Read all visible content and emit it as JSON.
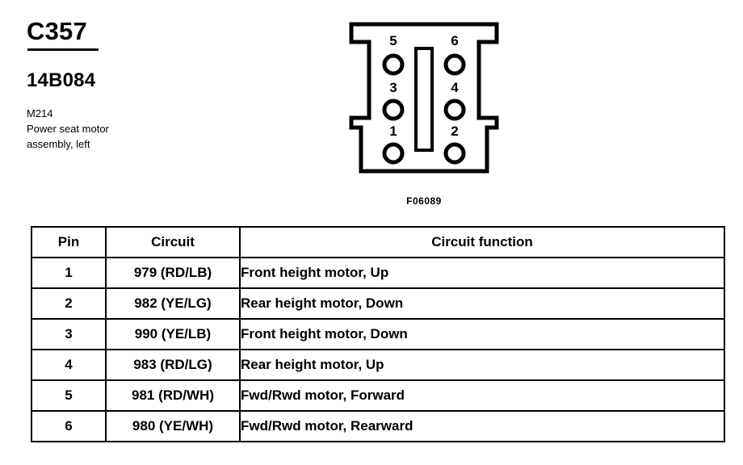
{
  "document": {
    "connector_id": "C357",
    "part_number": "14B084",
    "component_code": "M214",
    "description_line1": "Power seat motor",
    "description_line2": "assembly, left",
    "ink_color": "#000000",
    "background_color": "#ffffff"
  },
  "figure": {
    "label": "F06089",
    "pin_count": 6,
    "pin_labels": [
      "1",
      "2",
      "3",
      "4",
      "5",
      "6"
    ],
    "layout": "two-column, keyway slot between columns",
    "left_column_pins": [
      "5",
      "3",
      "1"
    ],
    "right_column_pins": [
      "6",
      "4",
      "2"
    ]
  },
  "table": {
    "headers": {
      "pin": "Pin",
      "circuit": "Circuit",
      "function": "Circuit function"
    },
    "rows": [
      {
        "pin": "1",
        "circuit": "979 (RD/LB)",
        "function": "Front height motor, Up"
      },
      {
        "pin": "2",
        "circuit": "982 (YE/LG)",
        "function": "Rear height motor, Down"
      },
      {
        "pin": "3",
        "circuit": "990 (YE/LB)",
        "function": "Front height motor, Down"
      },
      {
        "pin": "4",
        "circuit": "983 (RD/LG)",
        "function": "Rear height motor, Up"
      },
      {
        "pin": "5",
        "circuit": "981 (RD/WH)",
        "function": "Fwd/Rwd motor, Forward"
      },
      {
        "pin": "6",
        "circuit": "980 (YE/WH)",
        "function": "Fwd/Rwd motor, Rearward"
      }
    ]
  }
}
